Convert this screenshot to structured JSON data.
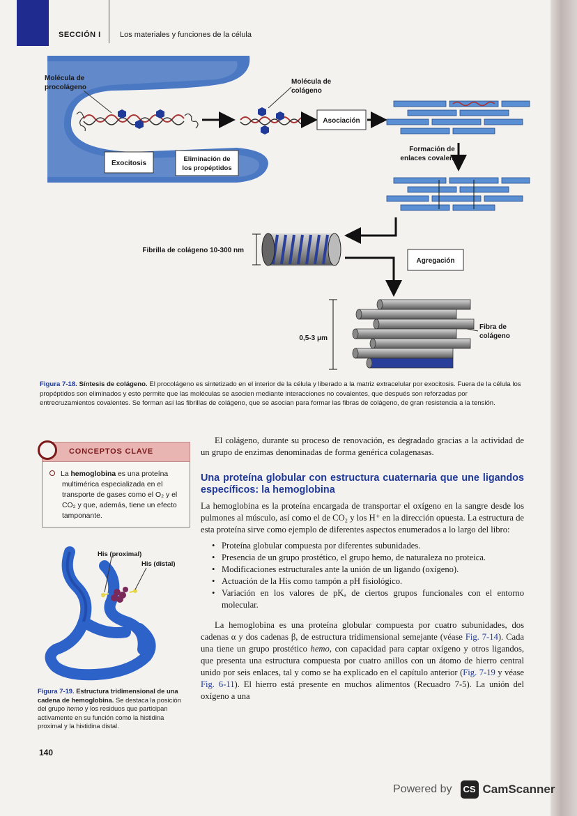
{
  "header": {
    "section": "SECCIÓN I",
    "title": "Los materiales y funciones de la célula"
  },
  "figure_collagen": {
    "labels": {
      "procollagen": [
        "Molécula de",
        "procolágeno"
      ],
      "collagen_molecule": [
        "Molécula de",
        "colágeno"
      ],
      "association": "Asociación",
      "covalent": [
        "Formación de",
        "enlaces covalentes"
      ],
      "exocytosis": "Exocitosis",
      "elimination": [
        "Eliminación de",
        "los propéptidos"
      ],
      "fibril": "Fibrilla de colágeno 10-300 nm",
      "aggregation": "Agregación",
      "fiber": [
        "Fibra de",
        "colágeno"
      ],
      "fiber_size": "0,5-3 μm"
    },
    "caption": {
      "number": "Figura 7-18.",
      "title": "Síntesis de colágeno.",
      "text": "El procolágeno es sintetizado en el interior de la célula y liberado a la matriz extracelular por exocitosis. Fuera de la célula los propéptidos son eliminados y esto permite que las moléculas se asocien mediante interacciones no covalentes, que después son reforzadas por entrecruzamientos covalentes. Se forman así las fibrillas de colágeno, que se asocian para formar las fibras de colágeno, de gran resistencia a la tensión."
    }
  },
  "key_concepts": {
    "heading": "CONCEPTOS CLAVE",
    "item_pre": "La ",
    "item_bold": "hemoglobina",
    "item_post": " es una proteína multimérica especializada en el transporte de gases como el O₂ y el CO₂ y que, además, tiene un efecto tamponante."
  },
  "figure_hemoglobin": {
    "labels": {
      "his_proximal": "His (proximal)",
      "his_distal": "His (distal)"
    },
    "caption": {
      "number": "Figura 7-19.",
      "title": "Estructura tridimensional de una cadena de hemoglobina.",
      "text_pre": "Se destaca la posición del grupo ",
      "text_em": "hemo",
      "text_post": " y los residuos que participan activamente en su función como la histidina proximal y la histidina distal."
    }
  },
  "body": {
    "p1": "El colágeno, durante su proceso de renovación, es degradado gracias a la actividad de un grupo de enzimas denominadas de forma genérica colagenasas.",
    "heading": "Una proteína globular con estructura cuaternaria que une ligandos específicos: la hemoglobina",
    "p2": "La hemoglobina es la proteína encargada de transportar el oxígeno en la sangre desde los pulmones al músculo, así como el de CO₂ y los H⁺ en la dirección opuesta. La estructura de esta proteína sirve como ejemplo de diferentes aspectos enumerados a lo largo del libro:",
    "bullets": [
      "Proteína globular compuesta por diferentes subunidades.",
      "Presencia de un grupo prostético, el grupo hemo, de naturaleza no proteica.",
      "Modificaciones estructurales ante la unión de un ligando (oxígeno).",
      "Actuación de la His como tampón a pH fisiológico.",
      "Variación en los valores de pKₐ de ciertos grupos funcionales con el entorno molecular."
    ],
    "p3_a": "La hemoglobina es una proteína globular compuesta por cuatro subunidades, dos cadenas α y dos cadenas β, de estructura tridimensional semejante (véase ",
    "p3_link1": "Fig. 7-14",
    "p3_b": "). Cada una tiene un grupo prostético ",
    "p3_em": "hemo",
    "p3_c": ", con capacidad para captar oxígeno y otros ligandos, que presenta una estructura compuesta por cuatro anillos con un átomo de hierro central unido por seis enlaces, tal y como se ha explicado en el capítulo anterior (",
    "p3_link2": "Fig. 7-19",
    "p3_d": " y véase ",
    "p3_link3": "Fig. 6-11",
    "p3_e": "). El hierro está presente en muchos alimentos (Recuadro 7-5). La unión del oxígeno a una"
  },
  "page_number": "140",
  "watermark": {
    "powered": "Powered by",
    "logo": "CS",
    "brand": "CamScanner"
  },
  "colors": {
    "blue": "#1f3a99",
    "cell": "#4a78c2",
    "clave": "#e8b5b3",
    "maroon": "#7a1a1a"
  }
}
